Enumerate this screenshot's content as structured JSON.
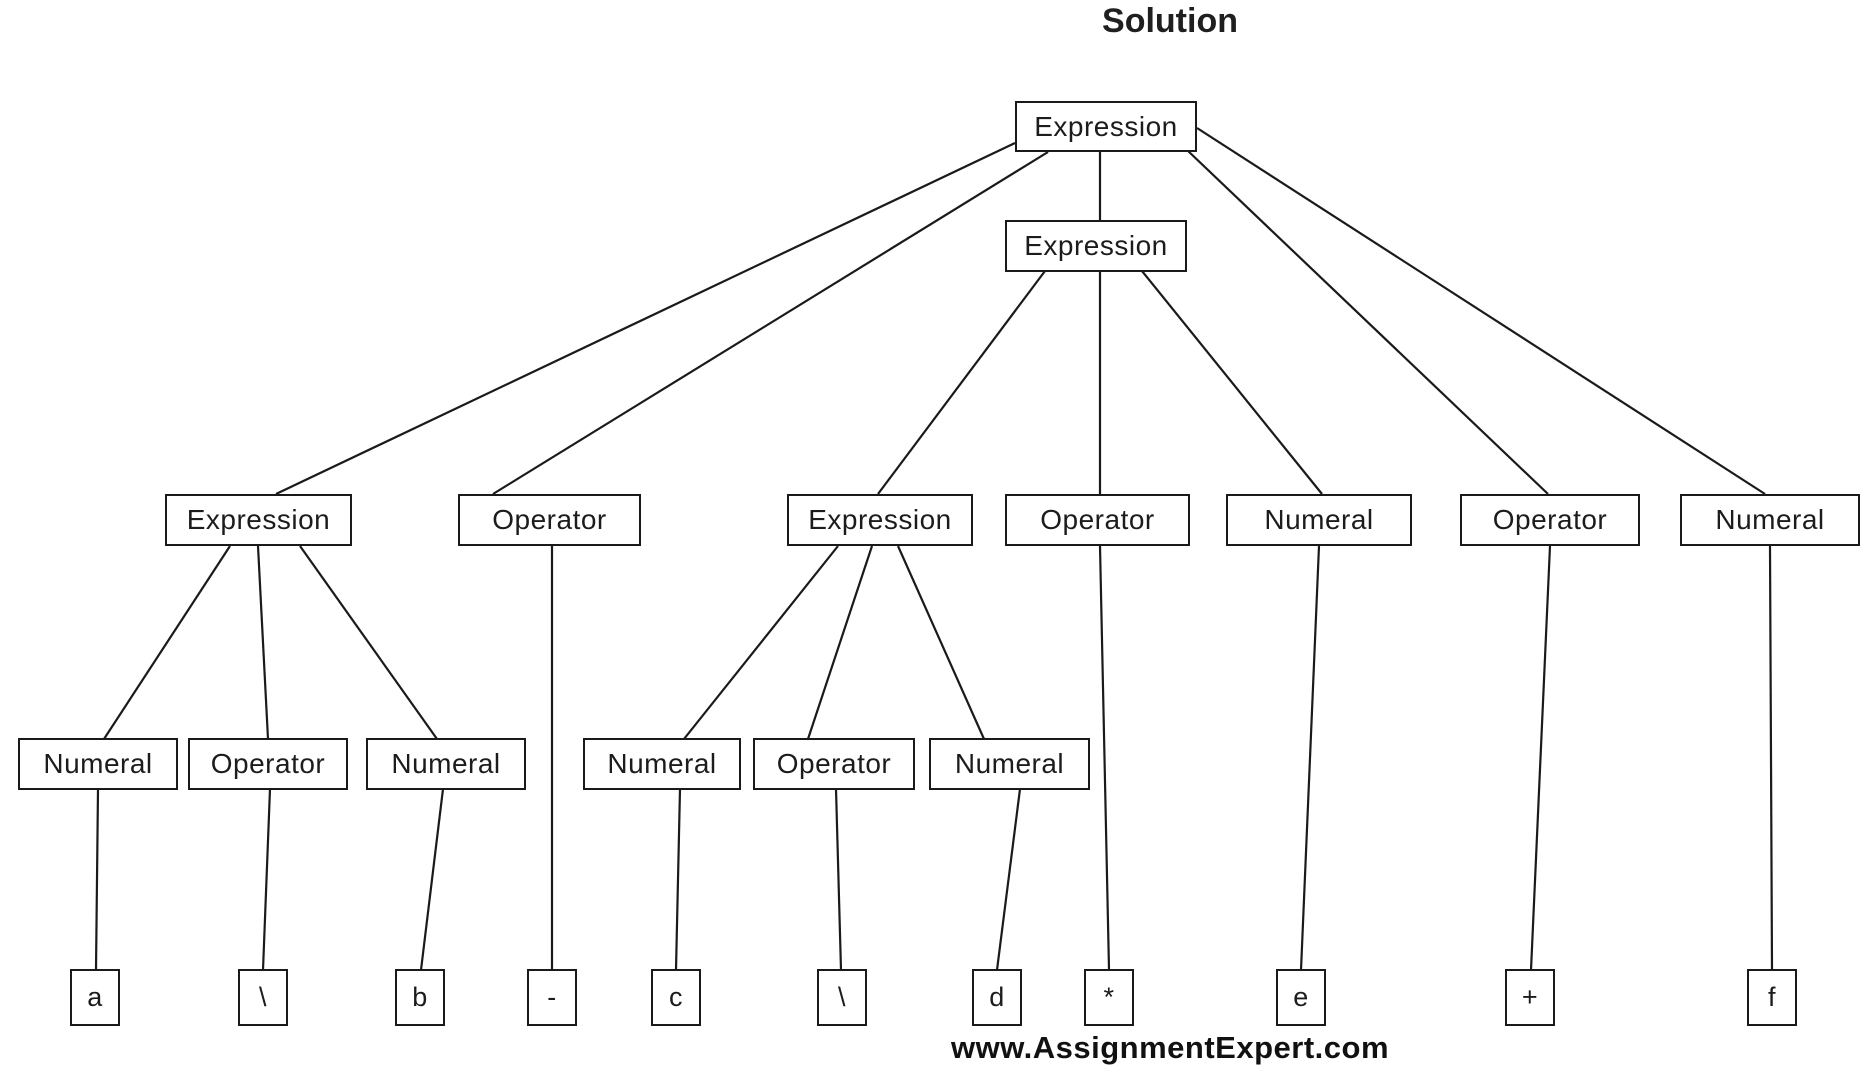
{
  "title": "Solution",
  "watermark": "www.AssignmentExpert.com",
  "diagram": {
    "type": "parse-tree",
    "nodes": {
      "root": {
        "label": "Expression",
        "level": 1
      },
      "expr_l2": {
        "label": "Expression",
        "level": 2
      },
      "expr_ab": {
        "label": "Expression",
        "level": 3
      },
      "op_minus": {
        "label": "Operator",
        "level": 3
      },
      "expr_cd": {
        "label": "Expression",
        "level": 3
      },
      "op_mul": {
        "label": "Operator",
        "level": 3
      },
      "num_e": {
        "label": "Numeral",
        "level": 3
      },
      "op_plus": {
        "label": "Operator",
        "level": 3
      },
      "num_f": {
        "label": "Numeral",
        "level": 3
      },
      "num_a": {
        "label": "Numeral",
        "level": 4
      },
      "op_bs1": {
        "label": "Operator",
        "level": 4
      },
      "num_b": {
        "label": "Numeral",
        "level": 4
      },
      "num_c": {
        "label": "Numeral",
        "level": 4
      },
      "op_bs2": {
        "label": "Operator",
        "level": 4
      },
      "num_d": {
        "label": "Numeral",
        "level": 4
      },
      "leaf_a": {
        "label": "a",
        "level": 5
      },
      "leaf_bs1": {
        "label": "\\",
        "level": 5
      },
      "leaf_b": {
        "label": "b",
        "level": 5
      },
      "leaf_minus": {
        "label": "-",
        "level": 5
      },
      "leaf_c": {
        "label": "c",
        "level": 5
      },
      "leaf_bs2": {
        "label": "\\",
        "level": 5
      },
      "leaf_d": {
        "label": "d",
        "level": 5
      },
      "leaf_star": {
        "label": "*",
        "level": 5
      },
      "leaf_e": {
        "label": "e",
        "level": 5
      },
      "leaf_plus": {
        "label": "+",
        "level": 5
      },
      "leaf_f": {
        "label": "f",
        "level": 5
      }
    },
    "edges": [
      [
        "root",
        "expr_ab"
      ],
      [
        "root",
        "op_minus"
      ],
      [
        "root",
        "expr_l2"
      ],
      [
        "root",
        "op_plus"
      ],
      [
        "root",
        "num_f"
      ],
      [
        "expr_l2",
        "expr_cd"
      ],
      [
        "expr_l2",
        "op_mul"
      ],
      [
        "expr_l2",
        "num_e"
      ],
      [
        "expr_ab",
        "num_a"
      ],
      [
        "expr_ab",
        "op_bs1"
      ],
      [
        "expr_ab",
        "num_b"
      ],
      [
        "expr_cd",
        "num_c"
      ],
      [
        "expr_cd",
        "op_bs2"
      ],
      [
        "expr_cd",
        "num_d"
      ],
      [
        "op_minus",
        "leaf_minus"
      ],
      [
        "op_mul",
        "leaf_star"
      ],
      [
        "num_e",
        "leaf_e"
      ],
      [
        "op_plus",
        "leaf_plus"
      ],
      [
        "num_f",
        "leaf_f"
      ],
      [
        "num_a",
        "leaf_a"
      ],
      [
        "op_bs1",
        "leaf_bs1"
      ],
      [
        "num_b",
        "leaf_b"
      ],
      [
        "num_c",
        "leaf_c"
      ],
      [
        "op_bs2",
        "leaf_bs2"
      ],
      [
        "num_d",
        "leaf_d"
      ]
    ]
  }
}
